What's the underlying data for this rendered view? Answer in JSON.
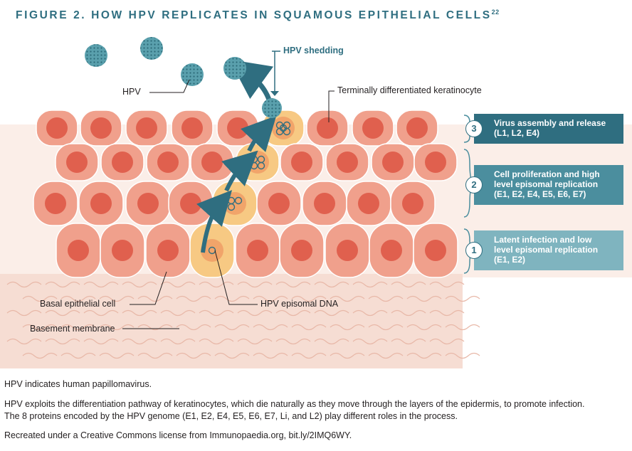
{
  "figure": {
    "title": "FIGURE 2. HOW HPV REPLICATES IN SQUAMOUS EPITHELIAL CELLS",
    "title_superscript": "22"
  },
  "labels": {
    "hpv": "HPV",
    "hpv_shedding": "HPV shedding",
    "terminally_differentiated": "Terminally differentiated keratinocyte",
    "basal_cell": "Basal epithelial cell",
    "basement_membrane": "Basement membrane",
    "episomal_dna": "HPV episomal DNA"
  },
  "stages": [
    {
      "number": "3",
      "line1": "Virus assembly and release",
      "line2": "(L1, L2, E4)",
      "line3": "",
      "color": "#2f6e80"
    },
    {
      "number": "2",
      "line1": "Cell proliferation and high",
      "line2": "level episomal replication",
      "line3": "(E1, E2, E4, E5, E6, E7)",
      "color": "#4b8e9e"
    },
    {
      "number": "1",
      "line1": "Latent infection and low",
      "line2": "level episomal replication",
      "line3": "(E1, E2)",
      "color": "#7fb4bf"
    }
  ],
  "captions": {
    "line1": "HPV indicates human papillomavirus.",
    "line2": "HPV exploits the differentiation pathway of keratinocytes, which die naturally as they move through the layers of the epidermis, to promote infection.",
    "line3": "The 8 proteins encoded by the HPV genome (E1, E2, E4, E5, E6, E7, Li, and L2) play different roles in the process.",
    "line4": "Recreated under a Creative Commons license from Immunopaedia.org, bit.ly/2IMQ6WY."
  },
  "colors": {
    "cell_fill": "#f0a08c",
    "nucleus": "#e0604e",
    "infected_fill": "#f7c983",
    "virus": "#5aa0ad",
    "accent": "#2f6e80",
    "background_band": "#fbeee8",
    "membrane_bg": "#f6ddd3"
  }
}
